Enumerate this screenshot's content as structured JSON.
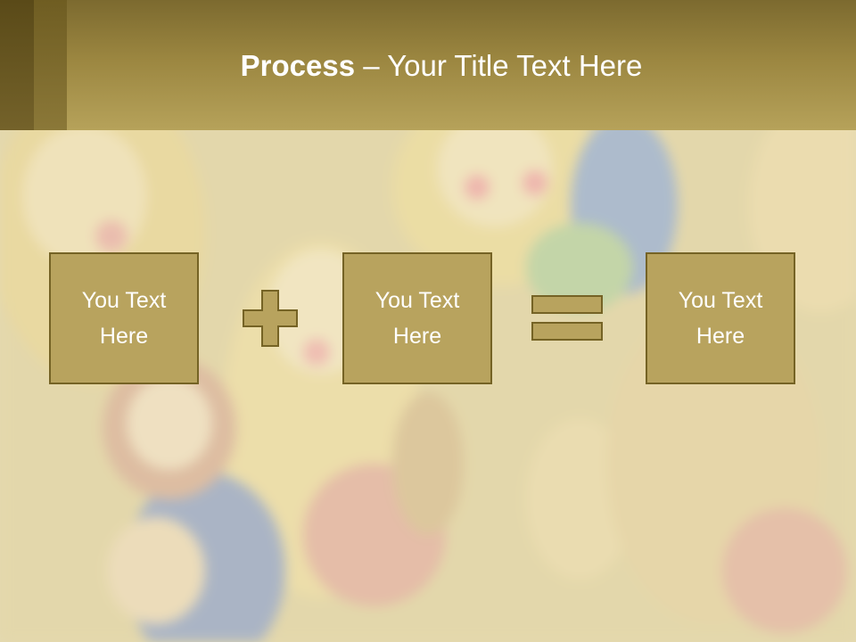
{
  "title": {
    "bold": "Process",
    "dash": " – ",
    "rest": "Your Title Text Here"
  },
  "boxes": [
    {
      "text": "You Text Here"
    },
    {
      "text": "You Text Here"
    },
    {
      "text": "You Text Here"
    }
  ],
  "operators": [
    "plus",
    "equals"
  ],
  "colors": {
    "band": "#9b8640",
    "box_fill": "#b8a35e",
    "box_border": "#756325",
    "text": "#ffffff"
  }
}
